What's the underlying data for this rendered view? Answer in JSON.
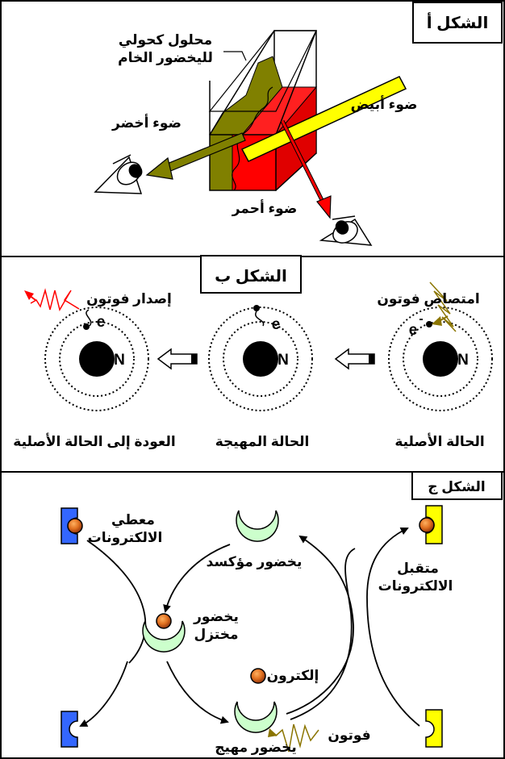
{
  "panel_a": {
    "title": "الشكل أ",
    "solution_label_1": "محلول كحولي",
    "solution_label_2": "لليخضور الخام",
    "white_light": "ضوء أبيض",
    "green_light": "ضوء أخضر",
    "red_light": "ضوء أحمر"
  },
  "panel_b": {
    "title": "الشكل ب",
    "absorb_label": "امتصاص فوتون",
    "emit_label": "إصدار فوتون",
    "electron_symbol": "e",
    "electron_charge": "-",
    "nucleus_symbol": "N",
    "state_ground": "الحالة الأصلية",
    "state_excited": "الحالة المهيجة",
    "state_return": "العودة إلى الحالة الأصلية"
  },
  "panel_c": {
    "title": "الشكل ج",
    "donor_1": "معطي",
    "donor_2": "الالكترونات",
    "acceptor_1": "متقبل",
    "acceptor_2": "الالكترونات",
    "oxidized": "يخضور مؤكسد",
    "reduced_1": "يخضور",
    "reduced_2": "مختزل",
    "electron": "إلكترون",
    "excited": "يخضور مهيج",
    "photon": "فوتون"
  },
  "colors": {
    "green_solution": "#808000",
    "red_solution": "#ff0000",
    "white_light_beam": "#ffff00",
    "electron_dot": "#e07020",
    "donor": "#3366ff",
    "acceptor": "#ffff00",
    "chlorophyll": "#ccffcc",
    "red_photon": "#ff0000",
    "olive_photon": "#8b7500"
  }
}
